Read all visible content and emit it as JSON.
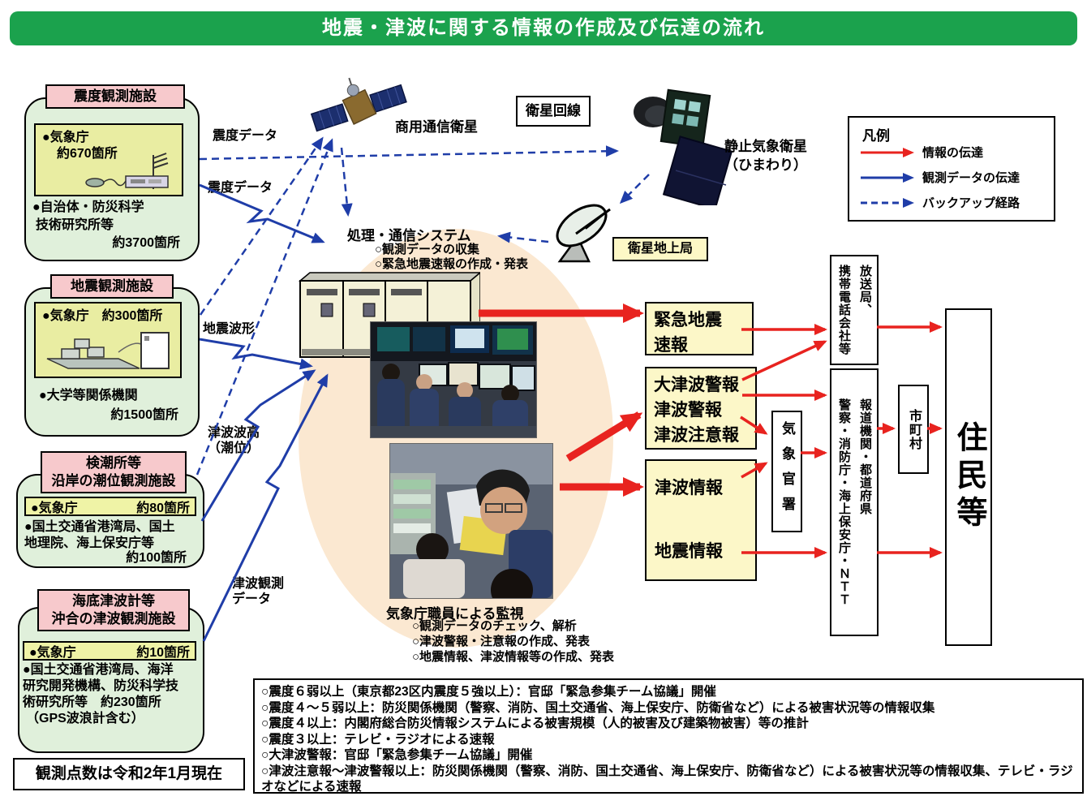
{
  "title": "地震・津波に関する情報の作成及び伝達の流れ",
  "note_box": "観測点数は令和2年1月現在",
  "legend": {
    "title": "凡例",
    "items": [
      {
        "label": "情報の伝達",
        "style": "red-solid"
      },
      {
        "label": "観測データの伝達",
        "style": "blue-solid"
      },
      {
        "label": "バックアップ経路",
        "style": "blue-dashed"
      }
    ]
  },
  "flow_labels": {
    "shindo1": "震度データ",
    "shindo2": "震度データ",
    "jishin": "地震波形",
    "tsunami_h1": "津波波高",
    "tsunami_h2": "（潮位）",
    "tsunami_o1": "津波観測",
    "tsunami_o2": "データ"
  },
  "satellites": {
    "commercial": "商用通信衛星",
    "satellite_link": "衛星回線",
    "himawari1": "静止気象衛星",
    "himawari2": "（ひまわり）",
    "ground_station": "衛星地上局"
  },
  "sources": [
    {
      "header1": "震度観測施設",
      "inner1": "●気象庁",
      "inner2": "約670箇所",
      "body": [
        "●自治体・防災科学",
        "技術研究所等",
        "約3700箇所"
      ]
    },
    {
      "header1": "地震観測施設",
      "inner1": "●気象庁　約300箇所",
      "body": [
        "●大学等関係機関",
        "約1500箇所"
      ]
    },
    {
      "header1": "検潮所等",
      "header2": "沿岸の潮位観測施設",
      "strip_label": "●気象庁",
      "strip_count": "約80箇所",
      "body": [
        "●国土交通省港湾局、国土",
        "地理院、海上保安庁等",
        "約100箇所"
      ]
    },
    {
      "header1": "海底津波計等",
      "header2": "沖合の津波観測施設",
      "strip_label": "●気象庁",
      "strip_count": "約10箇所",
      "body": [
        "●国土交通省港湾局、海洋",
        "研究開発機構、防災科学技",
        "術研究所等　約230箇所",
        "（GPS波浪計含む）"
      ]
    }
  ],
  "processing": {
    "title": "処理・通信システム",
    "bullets": [
      "○観測データの収集",
      "○緊急地震速報の作成・発表"
    ]
  },
  "monitoring": {
    "title": "気象庁職員による監視",
    "bullets": [
      "○観測データのチェック、解析",
      "○津波警報・注意報の作成、発表",
      "○地震情報、津波情報等の作成、発表"
    ]
  },
  "outputs": {
    "eew": [
      "緊急地震",
      "速報"
    ],
    "warnings": [
      "大津波警報",
      "津波警報",
      "津波注意報"
    ],
    "info": [
      "津波情報",
      "地震情報"
    ]
  },
  "recipients": {
    "jma_offices": "気象官署",
    "broadcasters": [
      "放送局、",
      "携帯電話会社等"
    ],
    "media": [
      "報道機関・都道府県",
      "警察・消防庁・海上保安庁・ＮＴＴ"
    ],
    "municipalities": "市町村",
    "residents": "住民等"
  },
  "bottom_notes": [
    "○震度６弱以上（東京都23区内震度５強以上）：官邸「緊急参集チーム協議」開催",
    "○震度４～５弱以上：防災関係機関（警察、消防、国土交通省、海上保安庁、防衛省など）による被害状況等の情報収集",
    "○震度４以上：内閣府総合防災情報システムによる被害規模（人的被害及び建築物被害）等の推計",
    "○震度３以上：テレビ・ラジオによる速報",
    "○大津波警報：官邸「緊急参集チーム協議」開催",
    "○津波注意報～津波警報以上：防災関係機関（警察、消防、国土交通省、海上保安庁、防衛省など）による被害状況等の情報収集、テレビ・ラジオなどによる速報"
  ],
  "colors": {
    "banner_green": "#1ba24d",
    "header_pink": "#f7c9cc",
    "source_green": "#e0f0db",
    "inner_yellow": "#e9eda2",
    "output_yellow": "#fcf7c8",
    "backdrop_peach": "#fbe8d1",
    "info_red": "#e8231f",
    "data_blue": "#1f3da8",
    "ground_station_yellow": "#fdf8c6"
  }
}
